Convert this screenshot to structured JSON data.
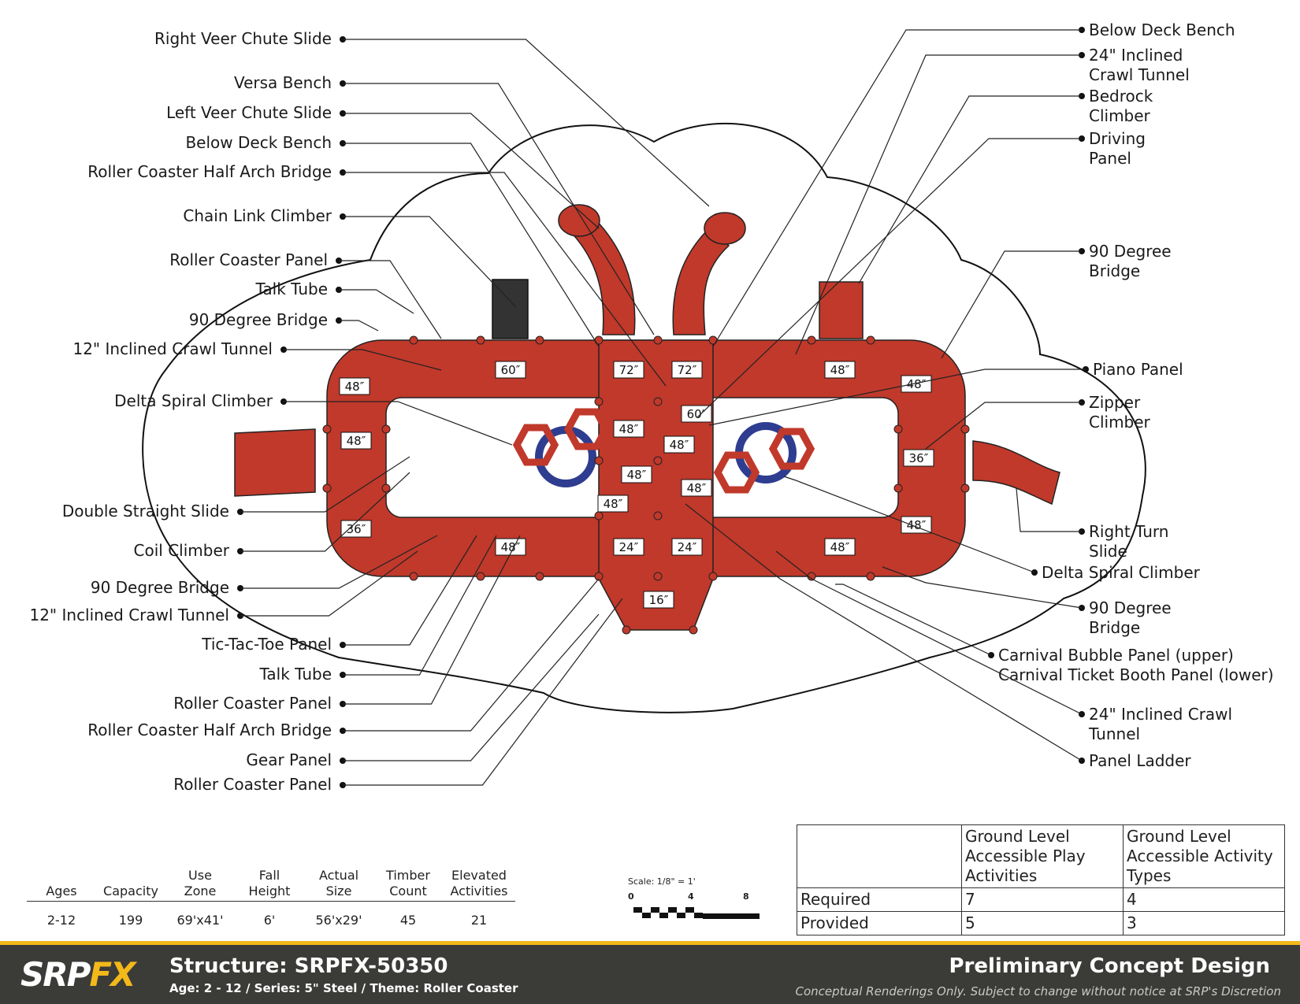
{
  "diagram": {
    "labels_left": [
      "Right Veer Chute Slide",
      "Versa Bench",
      "Left Veer Chute Slide",
      "Below Deck Bench",
      "Roller Coaster Half Arch Bridge",
      "Chain Link Climber",
      "Roller Coaster Panel",
      "Talk Tube",
      "90 Degree Bridge",
      "12\" Inclined Crawl Tunnel",
      "Delta Spiral Climber",
      "Double Straight Slide",
      "Coil Climber",
      "90 Degree Bridge",
      "12\" Inclined Crawl Tunnel",
      "Tic-Tac-Toe Panel",
      "Talk Tube",
      "Roller Coaster Panel",
      "Roller Coaster Half Arch Bridge",
      "Gear Panel",
      "Roller Coaster Panel"
    ],
    "labels_right": [
      [
        "Below Deck Bench"
      ],
      [
        "24\" Inclined",
        "Crawl Tunnel"
      ],
      [
        "Bedrock",
        "Climber"
      ],
      [
        "Driving",
        "Panel"
      ],
      [
        "90 Degree",
        "Bridge"
      ],
      [
        "Piano Panel"
      ],
      [
        "Zipper",
        "Climber"
      ],
      [
        "Right Turn",
        "Slide"
      ],
      [
        "Delta Spiral Climber"
      ],
      [
        "90 Degree",
        "Bridge"
      ],
      [
        "Carnival Bubble Panel (upper)",
        "Carnival Ticket Booth Panel (lower)"
      ],
      [
        "24\" Inclined Crawl",
        "Tunnel"
      ],
      [
        "Panel Ladder"
      ]
    ],
    "deck_heights": [
      "48″",
      "60″",
      "72″",
      "72″",
      "48″",
      "48″",
      "48″",
      "60″",
      "48″",
      "48″",
      "48″",
      "48″",
      "48″",
      "36″",
      "48″",
      "36″",
      "24″",
      "24″",
      "48″",
      "48″",
      "16″"
    ]
  },
  "specs": {
    "headers": [
      [
        "Ages"
      ],
      [
        "Capacity"
      ],
      [
        "Use",
        "Zone"
      ],
      [
        "Fall",
        "Height"
      ],
      [
        "Actual",
        "Size"
      ],
      [
        "Timber",
        "Count"
      ],
      [
        "Elevated",
        "Activities"
      ]
    ],
    "values": [
      "2-12",
      "199",
      "69'x41'",
      "6'",
      "56'x29'",
      "45",
      "21"
    ]
  },
  "scale": {
    "title": "Scale: 1/8\" = 1'",
    "ticks": [
      "0",
      "4",
      "8"
    ]
  },
  "accessibility": {
    "col1": [
      "Ground Level",
      "Accessible Play",
      "Activities"
    ],
    "col2": [
      "Ground Level",
      "Accessible Activity",
      "Types"
    ],
    "rows": [
      {
        "label": "Required",
        "v1": "7",
        "v2": "4"
      },
      {
        "label": "Provided",
        "v1": "5",
        "v2": "3"
      }
    ]
  },
  "footer": {
    "logo_srp": "SRP",
    "logo_fx": "FX",
    "structure": "Structure: SRPFX-50350",
    "subtitle": "Age: 2 - 12 / Series: 5\" Steel / Theme: Roller Coaster",
    "design": "Preliminary Concept Design",
    "disclaimer": "Conceptual Renderings Only. Subject to change without notice at SRP's Discretion"
  },
  "colors": {
    "deck": "#c0392b",
    "deck_dark": "#8e1f16",
    "blue": "#2e3d8f",
    "footer_bg": "#3b3b38",
    "accent": "#f3b81a"
  }
}
